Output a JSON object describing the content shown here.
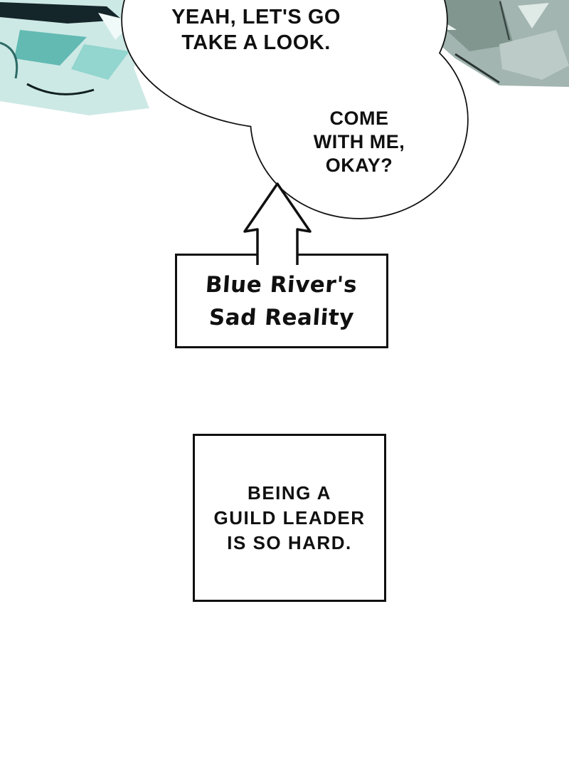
{
  "page": {
    "background": "#ffffff",
    "line_color": "#101010"
  },
  "speech": {
    "bubble1": {
      "line1": "YEAH, LET'S GO",
      "line2": "TAKE A LOOK."
    },
    "bubble2": {
      "line1": "COME",
      "line2": "WITH ME,",
      "line3": "OKAY?"
    }
  },
  "label_box": {
    "line1": "Blue River's",
    "line2": "Sad Reality"
  },
  "caption_box": {
    "line1": "BEING A",
    "line2": "GUILD LEADER",
    "line3": "IS SO HARD."
  },
  "artwork": {
    "top_left": {
      "name": "teal-character-art",
      "colors": [
        "#cde9e5",
        "#62bab3",
        "#93d5cf",
        "#15262a",
        "#f0faf9"
      ]
    },
    "top_right": {
      "name": "gray-armor-art",
      "colors": [
        "#a2b5b0",
        "#81968f",
        "#bccbc7",
        "#eef4f3"
      ]
    }
  }
}
